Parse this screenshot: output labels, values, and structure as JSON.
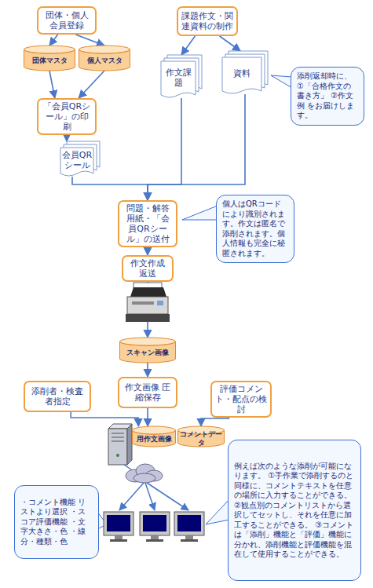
{
  "diagram": {
    "nodes": [
      {
        "text": [
          "団体・個人 会員登録"
        ]
      },
      {
        "text": [
          "団体マスタ"
        ]
      },
      {
        "text": [
          "個人マスタ"
        ]
      },
      {
        "text": [
          "課題作文・関連資料の制作"
        ]
      },
      {
        "text": [
          "作文課題"
        ]
      },
      {
        "text": [
          "資料"
        ]
      },
      {
        "text": [
          "添削返却時に、 ①「合格作文の書き方」 ②作文例 をお届けします。"
        ]
      },
      {
        "text": [
          "「会員QRシール」の印刷"
        ]
      },
      {
        "text": [
          "会員QR シール"
        ]
      },
      {
        "text": [
          "問題・解答用紙・「会員QRシール」の送付"
        ]
      },
      {
        "text": [
          "個人はQRコードにより識別されます。作文は匿名で添削されます。個人情報も完全に秘匿されます。"
        ]
      },
      {
        "text": [
          "作文作成 返送"
        ]
      },
      {
        "text": [
          "スキャン画像"
        ]
      },
      {
        "text": [
          "添削者・検査者指定"
        ]
      },
      {
        "text": [
          "作文画像 圧縮保存"
        ]
      },
      {
        "text": [
          "評価コメント・配点の検討"
        ]
      },
      {
        "text": [
          "用作文画像"
        ]
      },
      {
        "text": [
          "コメントデータ"
        ]
      },
      {
        "text": [
          "・コメント機能 リストより選択 ・スコア評価機能 ・文字大きさ・色 ・線分・種類・色"
        ]
      },
      {
        "text": [
          "例えば次のような添削が可能になります。 ①手作業で添削するのと同様に、コメントテキストを任意の場所に入力することができる。 ②観点別のコメントリストから選択してセットし、それを任意に加工することができる。 ③コメントは「添削」機能と「評価」機能に分かれ、添削機能と評価機能を混在して使用することができる。"
        ]
      }
    ],
    "edges": [
      {
        "from": 0,
        "to": 1,
        "arrow": "to"
      },
      {
        "from": 0,
        "to": 2,
        "arrow": "to"
      },
      {
        "from": 1,
        "to": 7,
        "arrow": "to"
      },
      {
        "from": 2,
        "to": 7,
        "arrow": "to"
      },
      {
        "from": 7,
        "to": 8,
        "arrow": "to"
      },
      {
        "from": 3,
        "to": 4,
        "arrow": "to"
      },
      {
        "from": 3,
        "to": 5,
        "arrow": "to"
      },
      {
        "from": 8,
        "to": 9,
        "arrow": "to"
      },
      {
        "from": 4,
        "to": 9,
        "arrow": "to"
      },
      {
        "from": 5,
        "to": 9,
        "arrow": "to"
      },
      {
        "from": 9,
        "to": 11,
        "arrow": "to"
      },
      {
        "from": 11,
        "to": 12,
        "arrow": "to"
      },
      {
        "from": 12,
        "to": 14,
        "arrow": "to"
      },
      {
        "from": 13,
        "to": 16,
        "arrow": "to"
      },
      {
        "from": 14,
        "to": 16,
        "arrow": "to"
      },
      {
        "from": 15,
        "to": 17,
        "arrow": "to"
      }
    ]
  }
}
